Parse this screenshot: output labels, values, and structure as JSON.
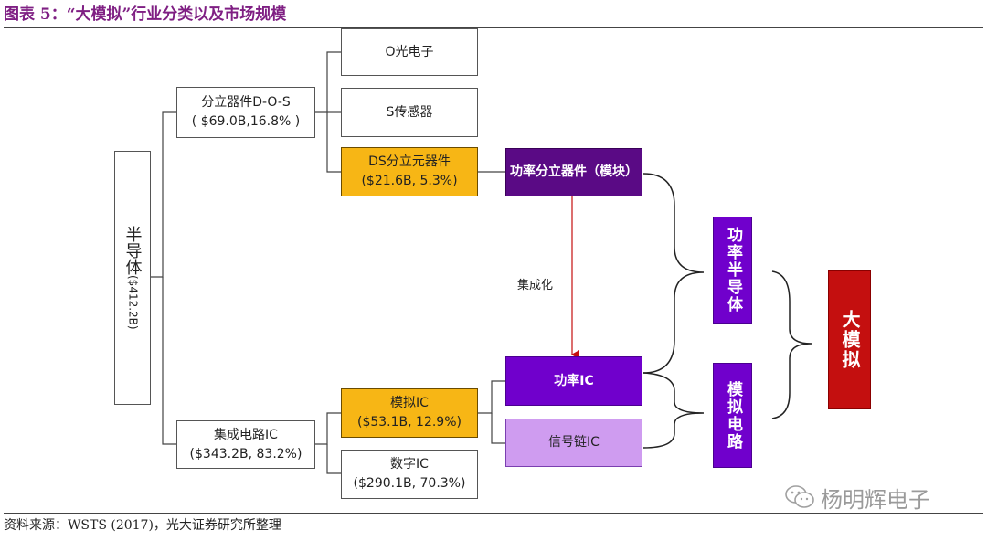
{
  "title": "图表 5：“大模拟”行业分类以及市场规模",
  "source": "资料来源：WSTS (2017)，光大证券研究所整理",
  "watermark": "杨明辉电子",
  "nodes": {
    "semiconductor": {
      "name": "半导体",
      "value": "($412.2B)"
    },
    "discrete": {
      "name": "分立器件D-O-S",
      "value": "( $69.0B,16.8% )"
    },
    "ic": {
      "name": "集成电路IC",
      "value": "($343.2B, 83.2%)"
    },
    "optoelectronics": {
      "name": "O光电子"
    },
    "sensors": {
      "name": "S传感器"
    },
    "ds_discrete": {
      "name": "DS分立元器件",
      "value": "($21.6B, 5.3%)"
    },
    "analog_ic": {
      "name": "模拟IC",
      "value": "($53.1B, 12.9%)"
    },
    "digital_ic": {
      "name": "数字IC",
      "value": "($290.1B, 70.3%)"
    },
    "power_discrete": {
      "name": "功率分立器件（模块）"
    },
    "power_ic": {
      "name": "功率IC"
    },
    "signal_chain_ic": {
      "name": "信号链IC"
    },
    "power_semiconductor": {
      "name": "功率半导体"
    },
    "analog_circuit": {
      "name": "模拟电路"
    },
    "big_analog": {
      "name": "大模拟"
    }
  },
  "integration_label": "集成化",
  "colors": {
    "title": "#7f1f83",
    "orange": "#f7b615",
    "purple": "#7000cc",
    "lavender": "#cf9cf0",
    "red": "#c40f0f",
    "arrow": "#c40f0f"
  }
}
